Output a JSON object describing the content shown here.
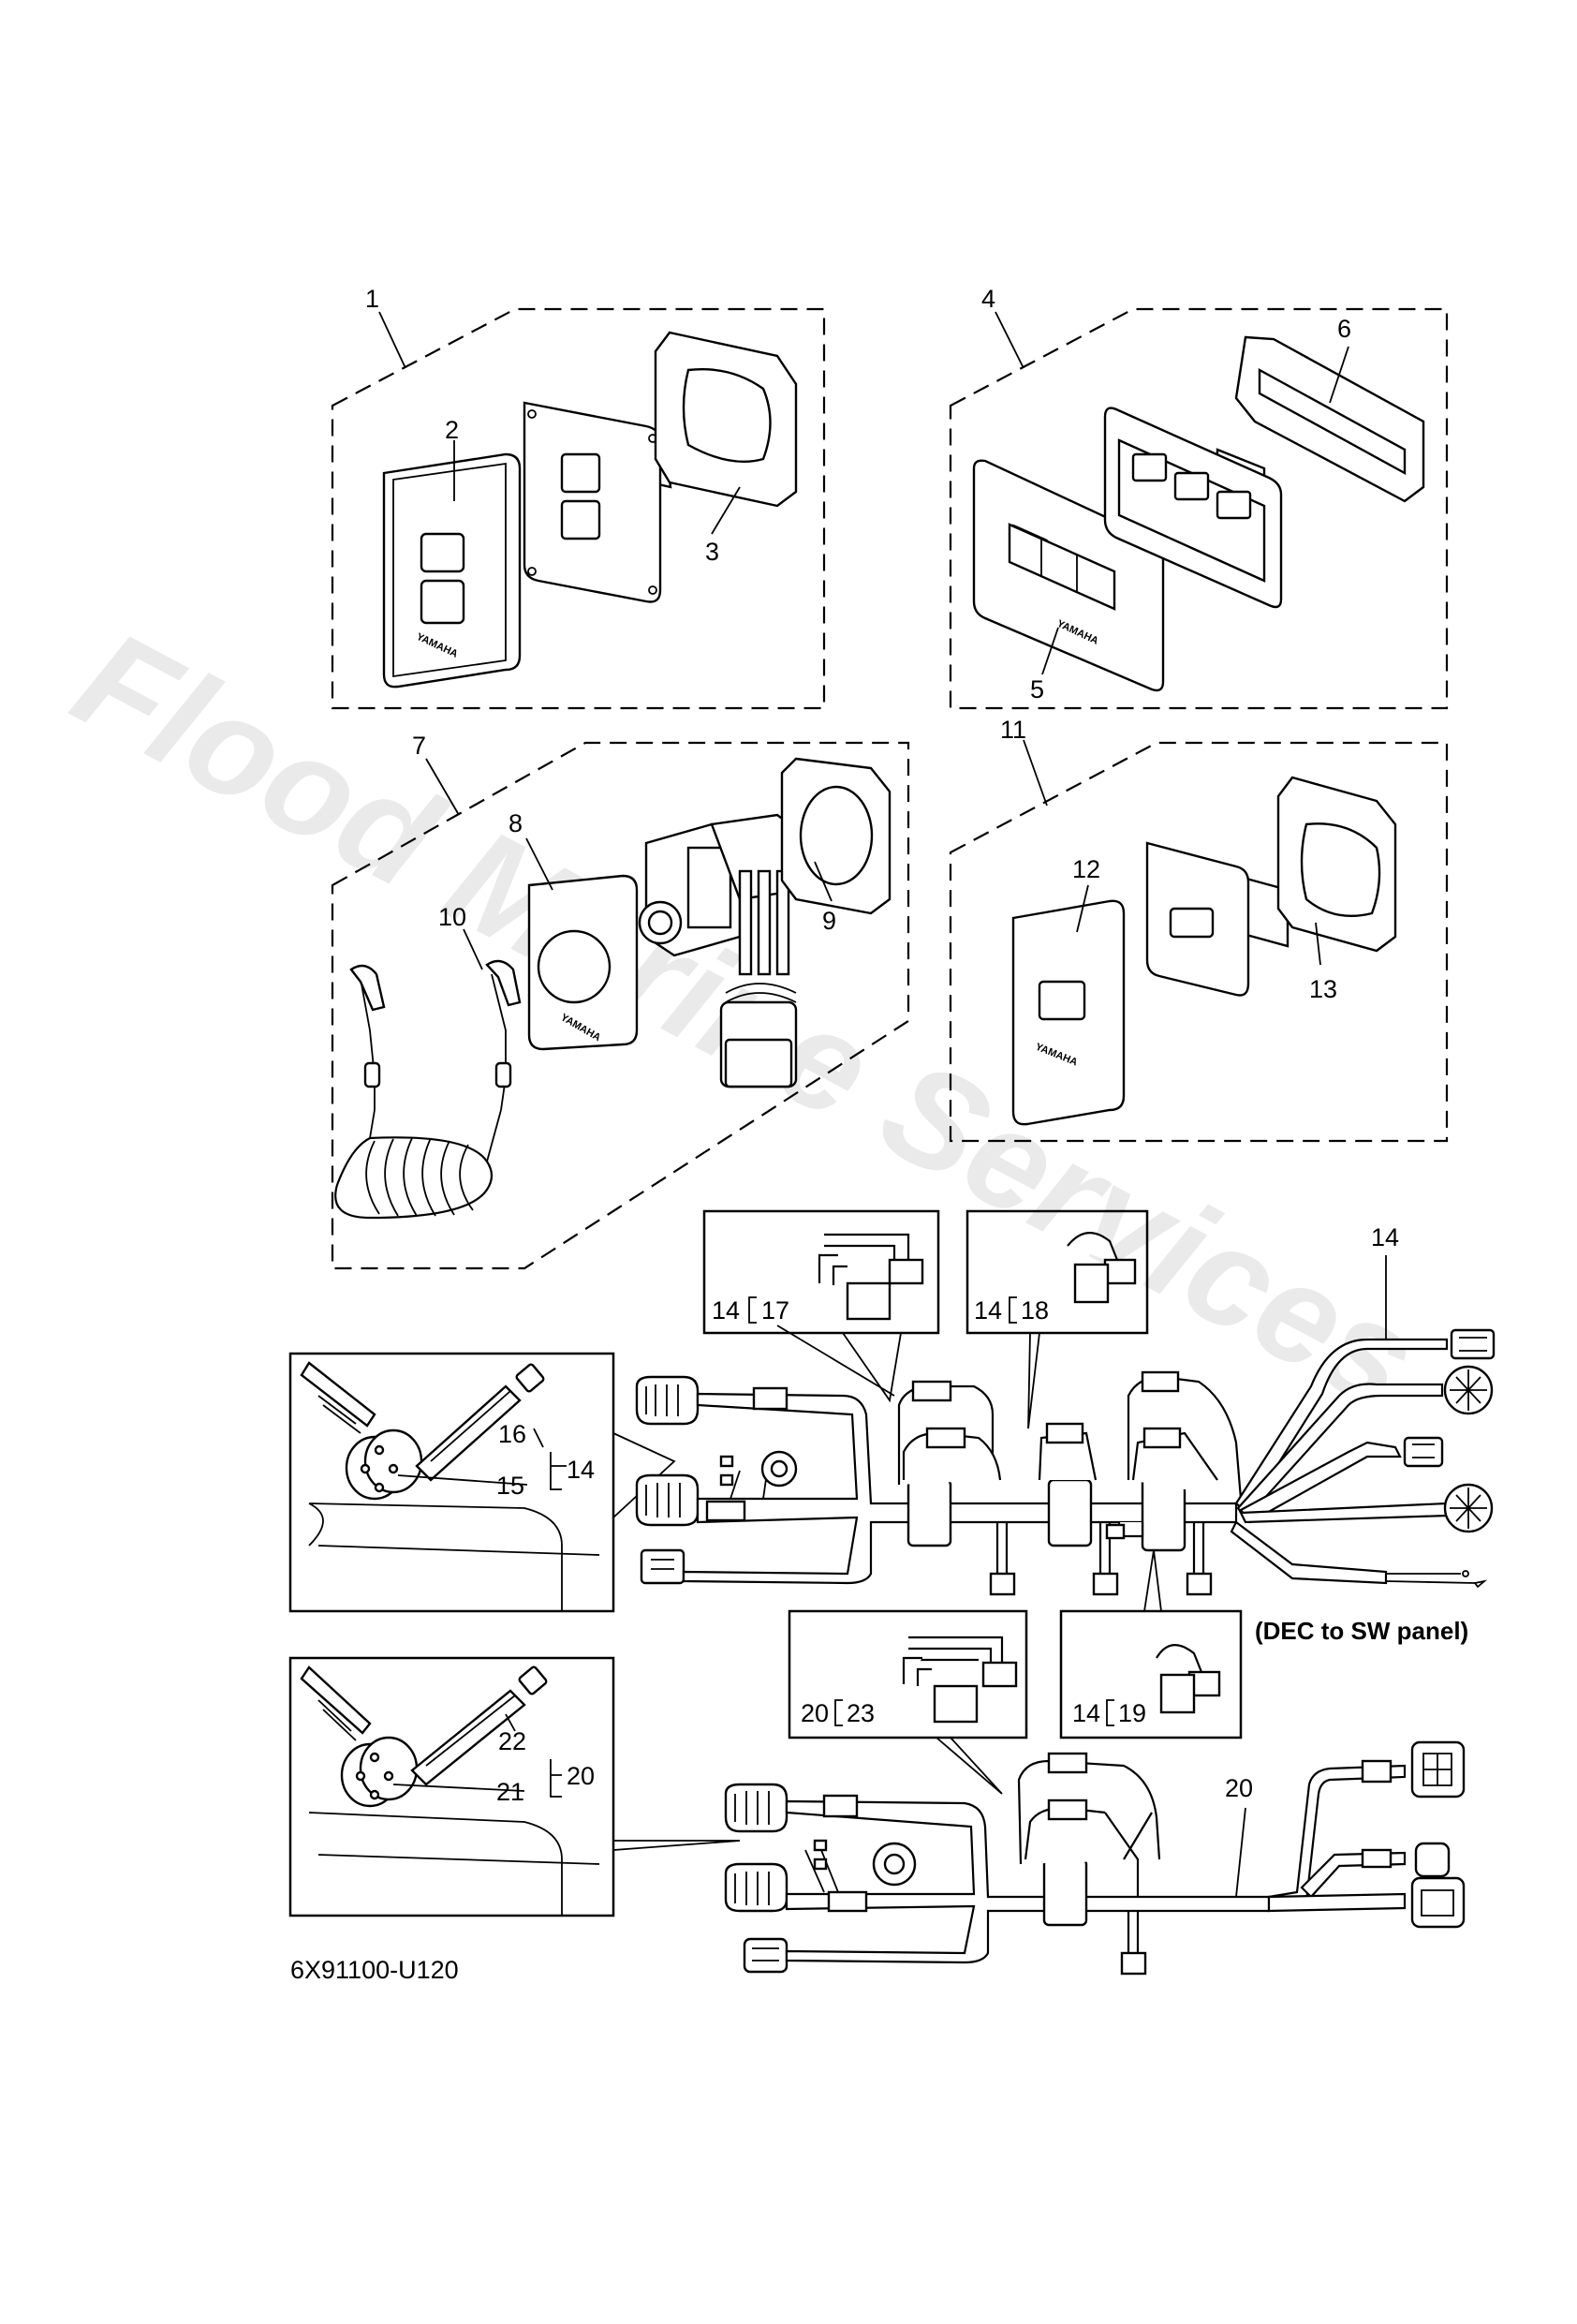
{
  "watermark": "Flood Marine Services",
  "diagram_code": "6X91100-U120",
  "note_dec": "(DEC to SW panel)",
  "brand_mark": "YAMAHA",
  "part_numbers": {
    "p1": "1",
    "p2": "2",
    "p3": "3",
    "p4": "4",
    "p5": "5",
    "p6": "6",
    "p7": "7",
    "p8": "8",
    "p9": "9",
    "p10": "10",
    "p11": "11",
    "p12": "12",
    "p13": "13",
    "p14": "14",
    "p15": "15",
    "p16": "16",
    "p18": "18",
    "p20": "20",
    "p21": "21",
    "p22": "22"
  },
  "group_labels": {
    "g14_17_a": "14",
    "g14_17_b": "17",
    "g14_18_a": "14",
    "g14_18_b": "18",
    "g14_19_a": "14",
    "g14_19_b": "19",
    "g20_23_a": "20",
    "g20_23_b": "23",
    "g15_14": "14",
    "g21_20": "20"
  },
  "colors": {
    "line": "#000000",
    "watermark": "#d9d9d9",
    "background": "#ffffff"
  }
}
